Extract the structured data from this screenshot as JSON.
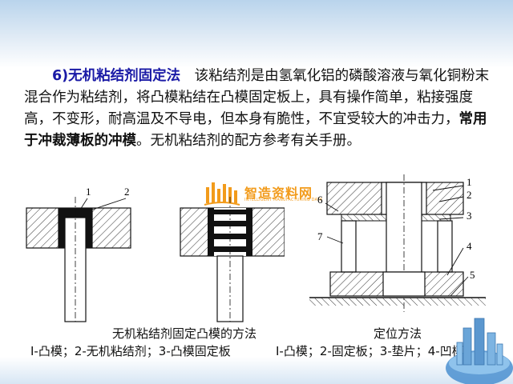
{
  "paragraph": {
    "heading": "6)无机粘结剂固定法",
    "text1": "　该粘结剂是由氢氧化铝的磷酸溶液与氧化铜粉末混合作为粘结剂，将凸模粘结在凸模固定板上，具有操作简单，粘接强度高，不变形，耐高温及不导电，但本身有脆性，不宜受较大的冲击力，",
    "emphasis": "常用于冲裁薄板的冲模",
    "text2": "。无机粘结剂的配方参考有关手册。"
  },
  "figure_left": {
    "labels": [
      "1",
      "2"
    ],
    "caption": "无机粘结剂固定凸模的方法"
  },
  "figure_right": {
    "labels": [
      "1",
      "2",
      "3",
      "4",
      "5",
      "6",
      "7"
    ],
    "caption": "定位方法"
  },
  "legends": {
    "left": "I-凸模；2-无机粘结剂；3-凸模固定板",
    "right": "I-凸模；2-固定板；3-垫片；4-凹模；"
  },
  "watermark": {
    "name": "智造资料网",
    "subtitle": "INTELLIGENT MANUFACTURING DATA"
  },
  "colors": {
    "heading": "#1a1aa6",
    "watermark": "#f29b1b",
    "adhesive": "#111111",
    "hatch": "#333333"
  }
}
